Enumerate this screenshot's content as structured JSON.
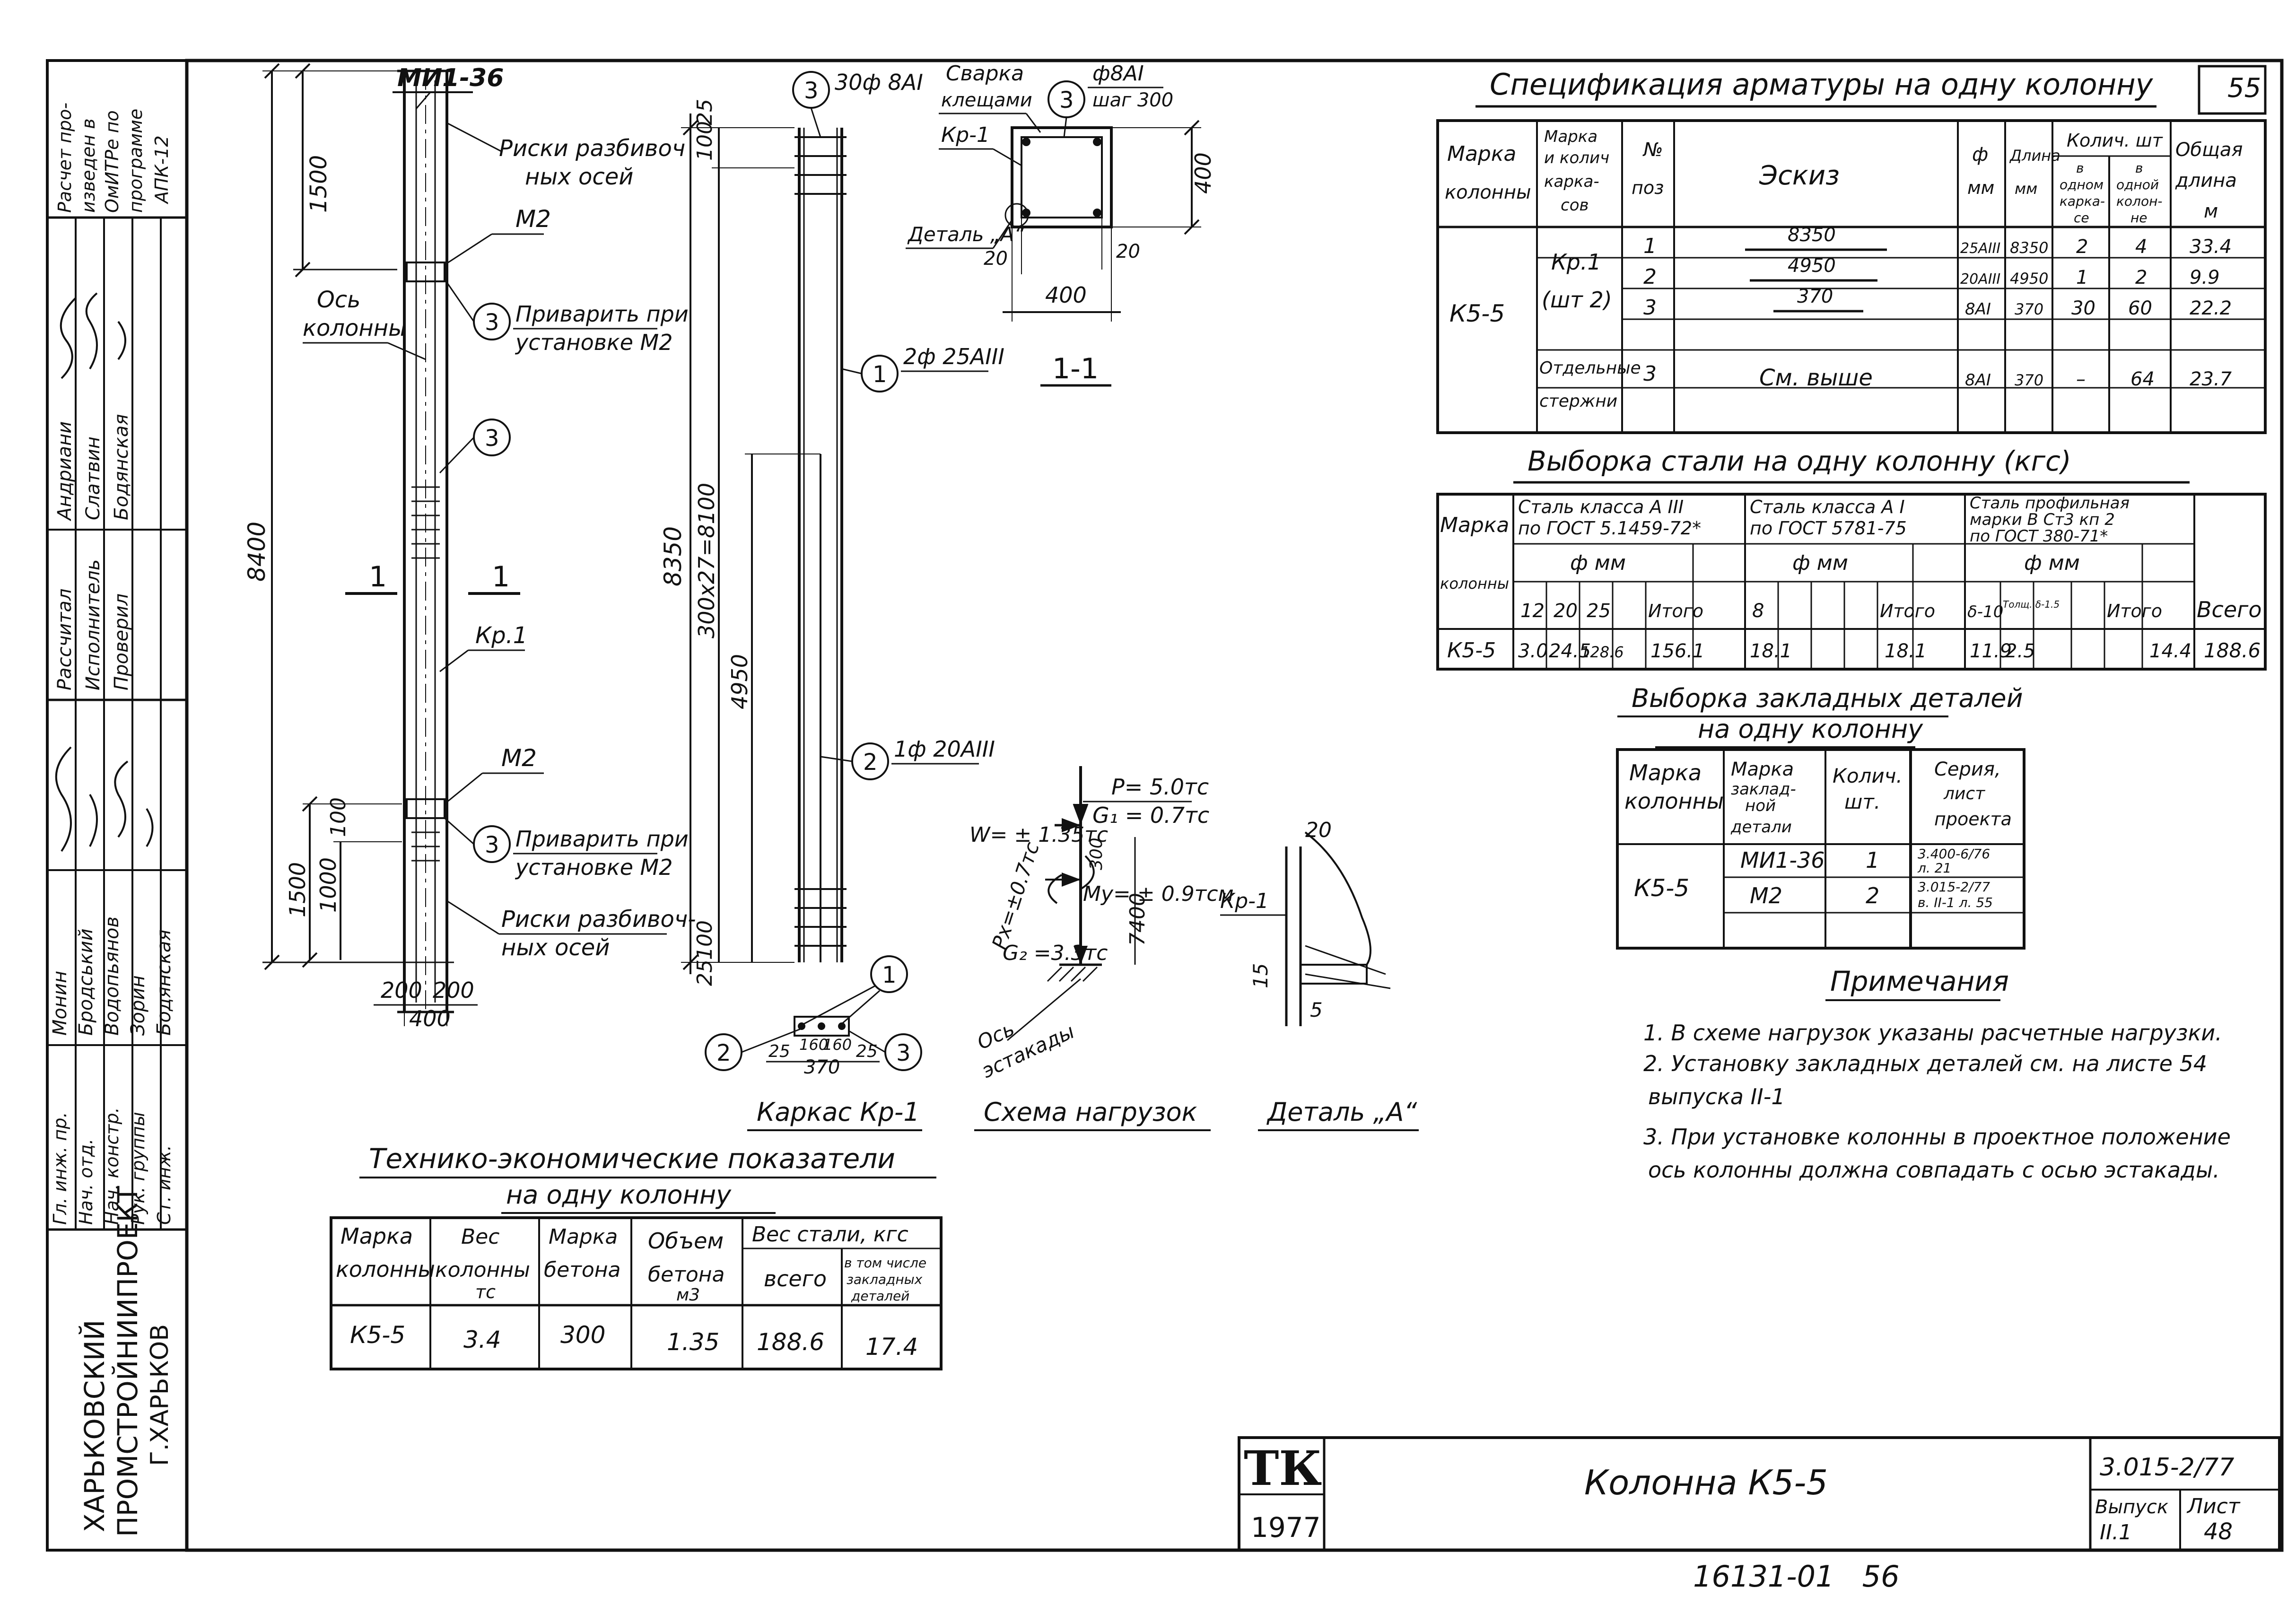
{
  "sheet_no_top": "55",
  "stamp": {
    "tk": "ТК",
    "year": "1977",
    "title": "Колонна К5-5",
    "series": "3.015-2/77",
    "issue_label": "Выпуск",
    "issue": "II.1",
    "sheet_label": "Лист",
    "sheet": "48",
    "bottom_code": "16131-01   56"
  },
  "side_block": {
    "note": [
      "Расчет про-",
      "изведен в",
      "ОмИТРе по",
      "программе",
      "АПК-12"
    ],
    "roles_1": [
      "Рассчитал",
      "Исполнитель",
      "Проверил"
    ],
    "names_1": [
      "Андриани",
      "Слатвин",
      "Бодянская"
    ],
    "names_2": [
      "Монин",
      "Бродський",
      "Водопьянов",
      "Зорин",
      "Бодянская"
    ],
    "roles_2": [
      "Гл. инж. пр.",
      "Нач. отд.",
      "Нач. констр.",
      "Рук. группы",
      "Ст. инж."
    ],
    "org": [
      "ХАРЬКОВСКИЙ",
      "ПРОМСТРОЙНИИПРОЕКТ",
      "Г.ХАРЬКОВ"
    ]
  },
  "column_drawing": {
    "top_label": "МИ1-36",
    "risks_top": [
      "Риски разбивоч",
      "ных осей"
    ],
    "m2_top": "М2",
    "weld_top": [
      "Приварить при",
      "установке М2"
    ],
    "axis": [
      "Ось",
      "колонны"
    ],
    "bubble": "3",
    "dim_1500_top": "1500",
    "dim_8400": "8400",
    "section_mark": "1",
    "kr1": "Кр.1",
    "m2_bottom": "М2",
    "weld_bottom": [
      "Приварить при",
      "установке М2"
    ],
    "risks_bottom": [
      "Риски разбивоч-",
      "ных осей"
    ],
    "dim_1500_bottom": "1500",
    "dim_1000": "1000",
    "dim_100": "100",
    "dim_200a": "200",
    "dim_200b": "200",
    "dim_400": "400"
  },
  "cage_drawing": {
    "top_bar": "30ф 8АI",
    "dim_100_top": "100",
    "dim_25_top": "25",
    "dim_8350": "8350",
    "dim_pitch": "300x27=8100",
    "dim_4950": "4950",
    "dim_100_bottom": "100",
    "dim_25_bottom": "25",
    "bar_1": "2ф 25АIII",
    "bar_2": "1ф 20АIII",
    "bubble_1": "1",
    "bubble_2": "2",
    "bubble_3": "3",
    "section_dims": [
      "25",
      "160",
      "160",
      "25",
      "370"
    ],
    "title": "Каркас Кр-1"
  },
  "section_11": {
    "weld": [
      "Сварка",
      "клещами"
    ],
    "stirrup": [
      "ф8АI",
      "шаг 300"
    ],
    "kr1": "Кр-1",
    "detail": "Деталь „А“",
    "dim_400_h": "400",
    "dim_400_v": "400",
    "dim_20a": "20",
    "dim_20b": "20",
    "title": "1-1"
  },
  "loads": {
    "P": "P= 5.0тс",
    "G1": "G₁ = 0.7тс",
    "W": "W= ± 1.35тс",
    "dim_300": "300",
    "Px": "Px=±0.7тс",
    "My": "My= ± 0.9тсм",
    "G2": "G₂ =3.3тс",
    "dim_7400": "7400",
    "axis": [
      "Ось",
      "эстакады"
    ],
    "title": "Схема нагрузок"
  },
  "detail_a": {
    "kr1": "Кр-1",
    "d20": "20",
    "d15": "15",
    "d5": "5",
    "title": "Деталь „А“"
  },
  "spec": {
    "title": "Спецификация арматуры на одну колонну",
    "headers": {
      "mark": [
        "Марка",
        "колонны"
      ],
      "cage": [
        "Марка",
        "и колич",
        "карка-",
        "сов"
      ],
      "pos": [
        "№",
        "поз"
      ],
      "sketch": "Эскиз",
      "dia": [
        "ф",
        "мм"
      ],
      "len": [
        "Длина",
        "мм"
      ],
      "qty": "Колич. шт",
      "qty_cage": [
        "в",
        "одном",
        "карка-",
        "се"
      ],
      "qty_col": [
        "в",
        "одной",
        "колон-",
        "не"
      ],
      "total": [
        "Общая",
        "длина",
        "м"
      ]
    },
    "column_mark": "К5-5",
    "cage_mark": [
      "Кр.1",
      "(шт 2)"
    ],
    "rows": [
      {
        "pos": "1",
        "sketch": "8350",
        "dia": "25АIII",
        "len": "8350",
        "qty_cage": "2",
        "qty_col": "4",
        "total": "33.4"
      },
      {
        "pos": "2",
        "sketch": "4950",
        "dia": "20АIII",
        "len": "4950",
        "qty_cage": "1",
        "qty_col": "2",
        "total": "9.9"
      },
      {
        "pos": "3",
        "sketch": "370",
        "dia": "8АI",
        "len": "370",
        "qty_cage": "30",
        "qty_col": "60",
        "total": "22.2"
      }
    ],
    "loose": {
      "label": [
        "Отдельные",
        "стержни"
      ],
      "pos": "3",
      "sketch": "См. выше",
      "dia": "8АI",
      "len": "370",
      "qty_cage": "–",
      "qty_col": "64",
      "total": "23.7"
    }
  },
  "steel": {
    "title": "Выборка стали на одну колонну (кгс)",
    "mark_label": [
      "Марка",
      "колонны"
    ],
    "class_a3": [
      "Сталь класса А III",
      "по ГОСТ 5.1459-72*"
    ],
    "class_a1": [
      "Сталь класса А I",
      "по ГОСТ 5781-75"
    ],
    "profile": [
      "Сталь профильная",
      "марки В Ст3 кп 2",
      "по ГОСТ 380-71*"
    ],
    "dia_label": "ф мм",
    "cols_a3": [
      "12",
      "20",
      "25",
      "",
      "Итого"
    ],
    "cols_a1": [
      "8",
      "",
      "",
      "",
      "Итого"
    ],
    "cols_pr": [
      "δ-10",
      "Толщ. δ-1.5",
      "",
      "",
      "Итого"
    ],
    "total_label": "Всего",
    "row": {
      "mark": "К5-5",
      "a3": [
        "3.0",
        "24.5",
        "128.6",
        "",
        "156.1"
      ],
      "a1": [
        "18.1",
        "",
        "",
        "",
        "18.1"
      ],
      "pr": [
        "11.9",
        "2.5",
        "",
        "",
        "14.4"
      ],
      "total": "188.6"
    }
  },
  "embedded": {
    "title": [
      "Выборка закладных деталей",
      "на одну колонну"
    ],
    "headers": {
      "mark": [
        "Марка",
        "колонны"
      ],
      "detail": [
        "Марка",
        "заклад-",
        "ной",
        "детали"
      ],
      "qty": [
        "Колич.",
        "шт."
      ],
      "series": [
        "Серия,",
        "лист",
        "проекта"
      ]
    },
    "column_mark": "К5-5",
    "rows": [
      {
        "detail": "МИ1-36",
        "qty": "1",
        "series": [
          "3.400-6/76",
          "л. 21"
        ]
      },
      {
        "detail": "М2",
        "qty": "2",
        "series": [
          "3.015-2/77",
          "в. II-1 л. 55"
        ]
      }
    ]
  },
  "notes": {
    "title": "Примечания",
    "items": [
      "1. В схеме нагрузок указаны расчетные нагрузки.",
      "2. Установку закладных деталей см. на листе 54",
      "выпуска II-1",
      "3. При установке колонны в проектное положение",
      "ось колонны должна совпадать с осью эстакады."
    ]
  },
  "tech": {
    "title": [
      "Технико-экономические показатели",
      "на одну колонну"
    ],
    "headers": {
      "mark": [
        "Марка",
        "колонны"
      ],
      "weight": [
        "Вес",
        "колонны",
        "тс"
      ],
      "concrete": [
        "Марка",
        "бетона"
      ],
      "volume": [
        "Объем",
        "бетона",
        "м3"
      ],
      "steel": "Вес стали, кгс",
      "steel_total": "всего",
      "steel_emb": [
        "в том числе",
        "закладных",
        "деталей"
      ]
    },
    "row": {
      "mark": "К5-5",
      "weight": "3.4",
      "concrete": "300",
      "volume": "1.35",
      "steel_total": "188.6",
      "steel_emb": "17.4"
    }
  }
}
